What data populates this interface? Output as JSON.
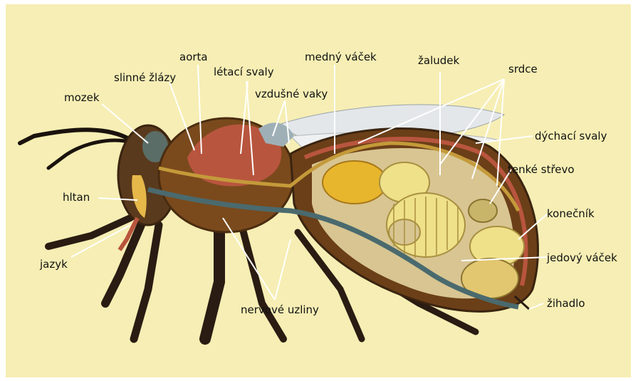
{
  "colors": {
    "background": "#f6eeb4",
    "fur": "#7a4a1c",
    "leg": "#2a1c12",
    "crop": "#e8b62c",
    "intestine": "#efe08a",
    "muscle": "#b8553e",
    "nerve": "#4a6a6e",
    "wing": "#dfe3e6",
    "line": "#ffffff"
  },
  "labels": {
    "aorta": "aorta",
    "medny_vacek": "medný váček",
    "zaludek": "žaludek",
    "slinne_zlazy": "slinné žlázy",
    "letaci_svaly": "létací svaly",
    "srdce": "srdce",
    "mozek": "mozek",
    "vzdusne_vaky": "vzdušné vaky",
    "dychaci_svaly": "dýchací svaly",
    "tenke_strevo": "tenké střevo",
    "hltan": "hltan",
    "konecnik": "konečník",
    "jazyk": "jazyk",
    "jedovy_vacek": "jedový váček",
    "zihadlo": "žihadlo",
    "nervove_uzliny": "nervové uzliny"
  }
}
